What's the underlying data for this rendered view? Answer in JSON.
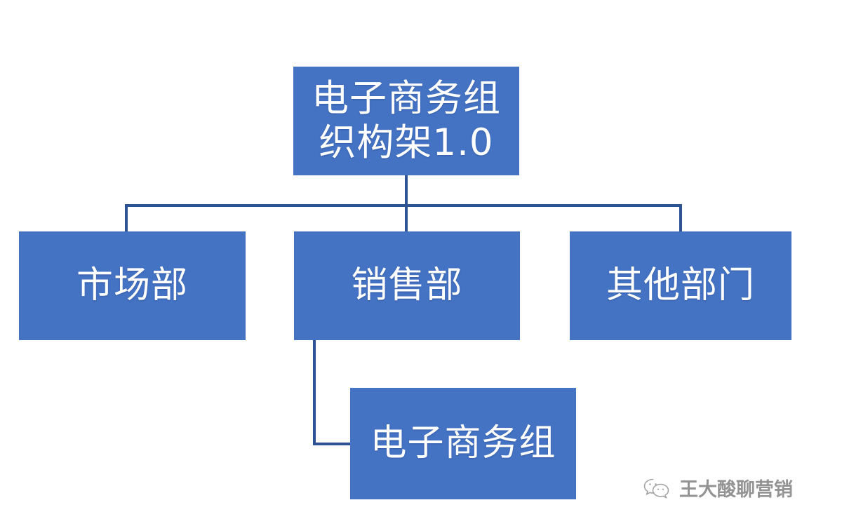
{
  "chart_data": {
    "type": "diagram",
    "diagram_type": "org-chart",
    "title": "电子商务组织构架1.0",
    "orientation": "top-down",
    "nodes": [
      {
        "id": "root",
        "label": "电子商务组织构架1.0",
        "level": 0,
        "parent": null
      },
      {
        "id": "marketing",
        "label": "市场部",
        "level": 1,
        "parent": "root"
      },
      {
        "id": "sales",
        "label": "销售部",
        "level": 1,
        "parent": "root"
      },
      {
        "id": "other",
        "label": "其他部门",
        "level": 1,
        "parent": "root"
      },
      {
        "id": "ecommerce",
        "label": "电子商务组",
        "level": 2,
        "parent": "sales"
      }
    ],
    "edges": [
      {
        "from": "root",
        "to": "marketing",
        "style": "orthogonal"
      },
      {
        "from": "root",
        "to": "sales",
        "style": "orthogonal"
      },
      {
        "from": "root",
        "to": "other",
        "style": "orthogonal"
      },
      {
        "from": "sales",
        "to": "ecommerce",
        "style": "elbow"
      }
    ]
  },
  "nodes": {
    "root": {
      "label": "电子商务组织构架1.0"
    },
    "marketing": {
      "label": "市场部"
    },
    "sales": {
      "label": "销售部"
    },
    "other": {
      "label": "其他部门"
    },
    "ecommerce": {
      "label": "电子商务组"
    }
  },
  "watermark": {
    "logo_icon": "wechat-logo-icon",
    "text": "王大酸聊营销"
  },
  "colors": {
    "node_fill": "#4573C4",
    "node_text": "#FFFFFF",
    "connector": "#2E5395",
    "background": "#FFFFFF",
    "watermark_text": "#3B3B3B"
  }
}
